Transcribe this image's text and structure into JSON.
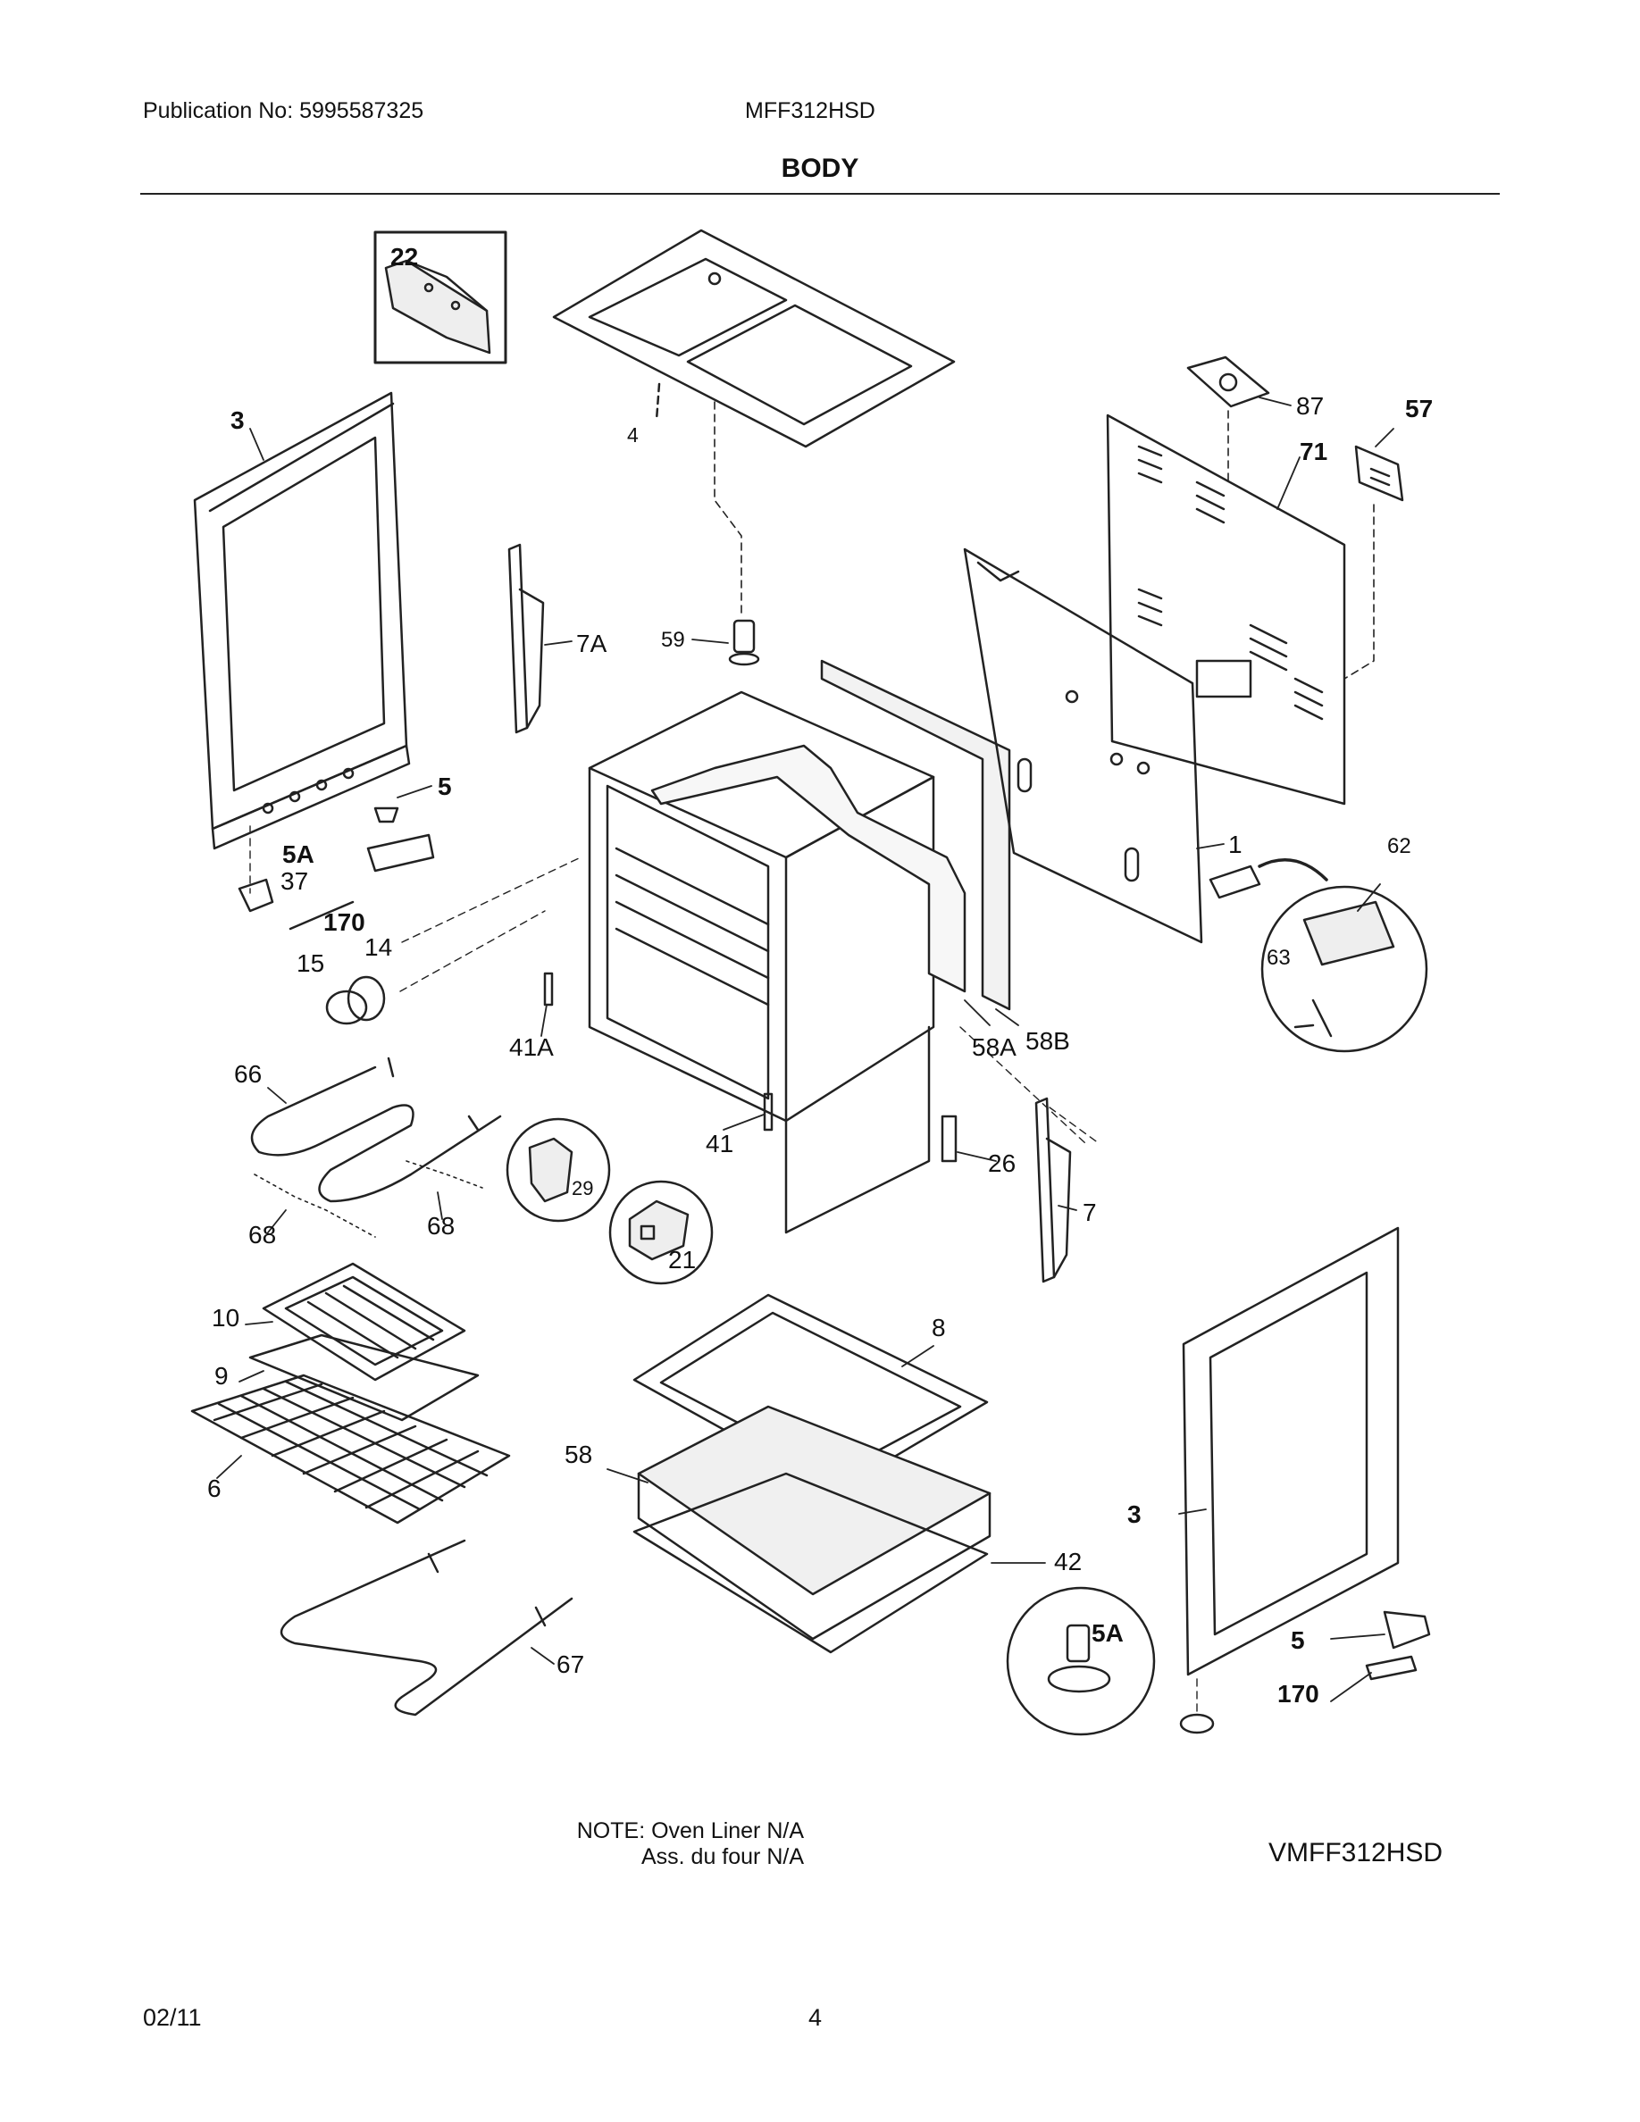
{
  "header": {
    "publication": "Publication No: 5995587325",
    "model": "MFF312HSD",
    "section_title": "BODY"
  },
  "diagram": {
    "callouts": [
      {
        "id": "22",
        "bold": true
      },
      {
        "id": "3",
        "bold": true
      },
      {
        "id": "4",
        "bold": false
      },
      {
        "id": "87",
        "bold": false
      },
      {
        "id": "57",
        "bold": true
      },
      {
        "id": "71",
        "bold": true
      },
      {
        "id": "7A",
        "bold": false
      },
      {
        "id": "59",
        "bold": false
      },
      {
        "id": "5",
        "bold": true
      },
      {
        "id": "5A",
        "bold": true
      },
      {
        "id": "37",
        "bold": false
      },
      {
        "id": "170",
        "bold": true
      },
      {
        "id": "14",
        "bold": false
      },
      {
        "id": "15",
        "bold": false
      },
      {
        "id": "1",
        "bold": false
      },
      {
        "id": "62",
        "bold": false
      },
      {
        "id": "63",
        "bold": false
      },
      {
        "id": "41A",
        "bold": false
      },
      {
        "id": "58A",
        "bold": false
      },
      {
        "id": "58B",
        "bold": false
      },
      {
        "id": "66",
        "bold": false
      },
      {
        "id": "41",
        "bold": false
      },
      {
        "id": "26",
        "bold": false
      },
      {
        "id": "29",
        "bold": false
      },
      {
        "id": "7",
        "bold": false
      },
      {
        "id": "68",
        "bold": false
      },
      {
        "id": "68",
        "bold": false
      },
      {
        "id": "21",
        "bold": false
      },
      {
        "id": "10",
        "bold": false
      },
      {
        "id": "8",
        "bold": false
      },
      {
        "id": "9",
        "bold": false
      },
      {
        "id": "58",
        "bold": false
      },
      {
        "id": "6",
        "bold": false
      },
      {
        "id": "3",
        "bold": true
      },
      {
        "id": "42",
        "bold": false
      },
      {
        "id": "5A",
        "bold": true
      },
      {
        "id": "5",
        "bold": true
      },
      {
        "id": "67",
        "bold": false
      },
      {
        "id": "170",
        "bold": true
      }
    ]
  },
  "note": {
    "line1": "NOTE: Oven Liner N/A",
    "line2": "Ass. du four N/A"
  },
  "diagram_code": "VMFF312HSD",
  "footer": {
    "date": "02/11",
    "page": "4"
  }
}
